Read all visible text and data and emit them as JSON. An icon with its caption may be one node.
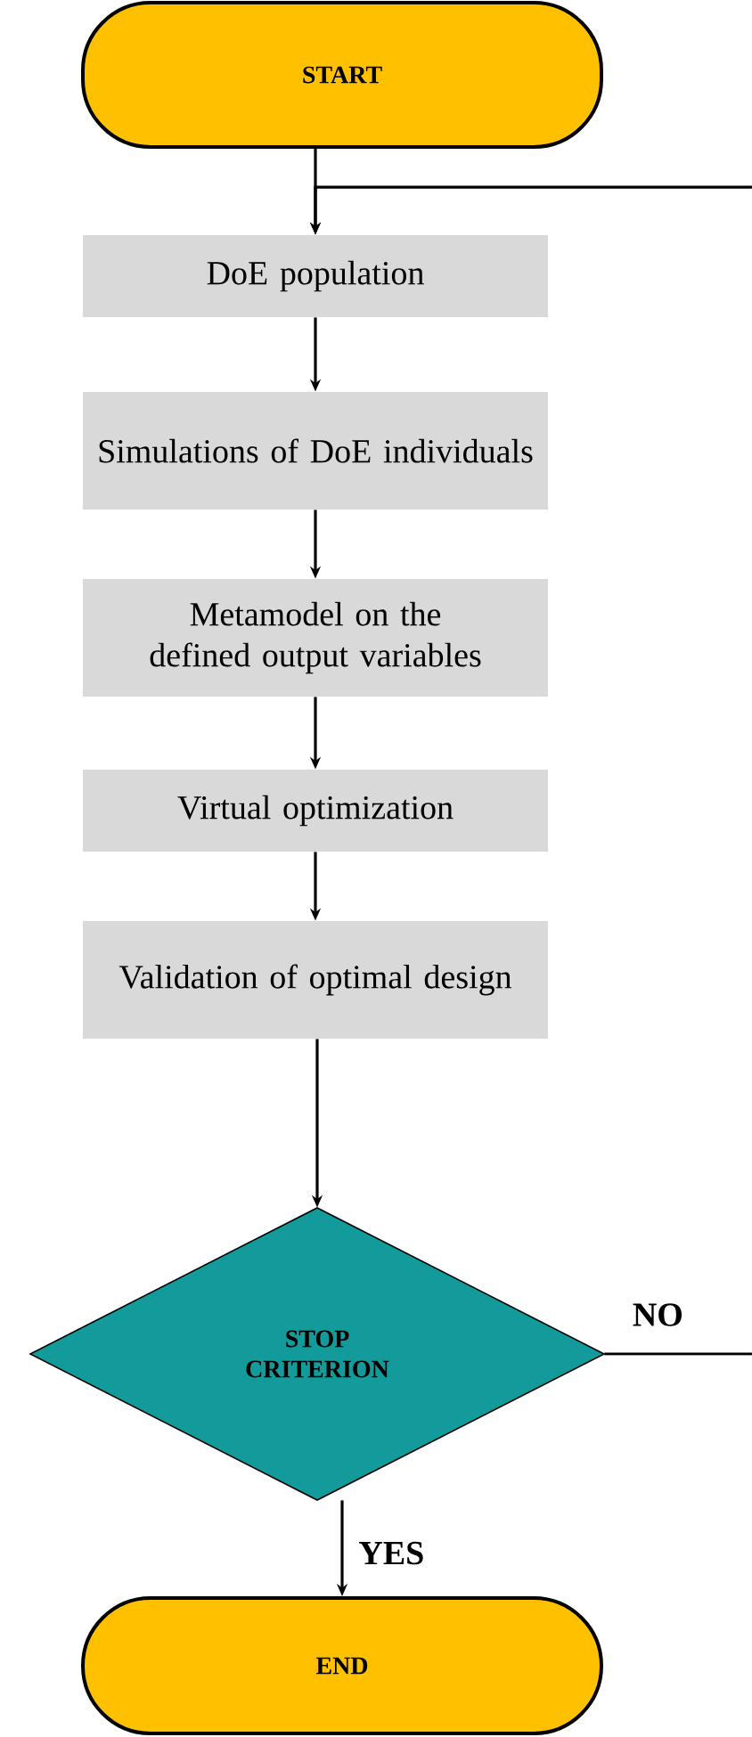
{
  "diagram": {
    "nodes": [
      {
        "text": [
          "START"
        ]
      },
      {
        "text": [
          "DoE population"
        ]
      },
      {
        "text": [
          "Simulations of DoE individuals"
        ]
      },
      {
        "text": [
          "Metamodel on the defined output variables"
        ]
      },
      {
        "text": [
          "Virtual optimization"
        ]
      },
      {
        "text": [
          "Validation of optimal design"
        ]
      },
      {
        "text": [
          "STOP CRITERION"
        ]
      },
      {
        "text": [
          "END"
        ]
      }
    ],
    "edges": [
      {
        "from": 0,
        "to": 1,
        "arrow": "to"
      },
      {
        "from": 1,
        "to": 2,
        "arrow": "to"
      },
      {
        "from": 2,
        "to": 3,
        "arrow": "to"
      },
      {
        "from": 3,
        "to": 4,
        "arrow": "to"
      },
      {
        "from": 4,
        "to": 5,
        "arrow": "to"
      },
      {
        "from": 5,
        "to": 6,
        "arrow": "to"
      },
      {
        "from": 6,
        "to": null,
        "arrow": "none",
        "label": "NO"
      },
      {
        "from": null,
        "to": 1,
        "arrow": "to"
      },
      {
        "from": 6,
        "to": 7,
        "arrow": "to",
        "label": "YES"
      }
    ]
  }
}
